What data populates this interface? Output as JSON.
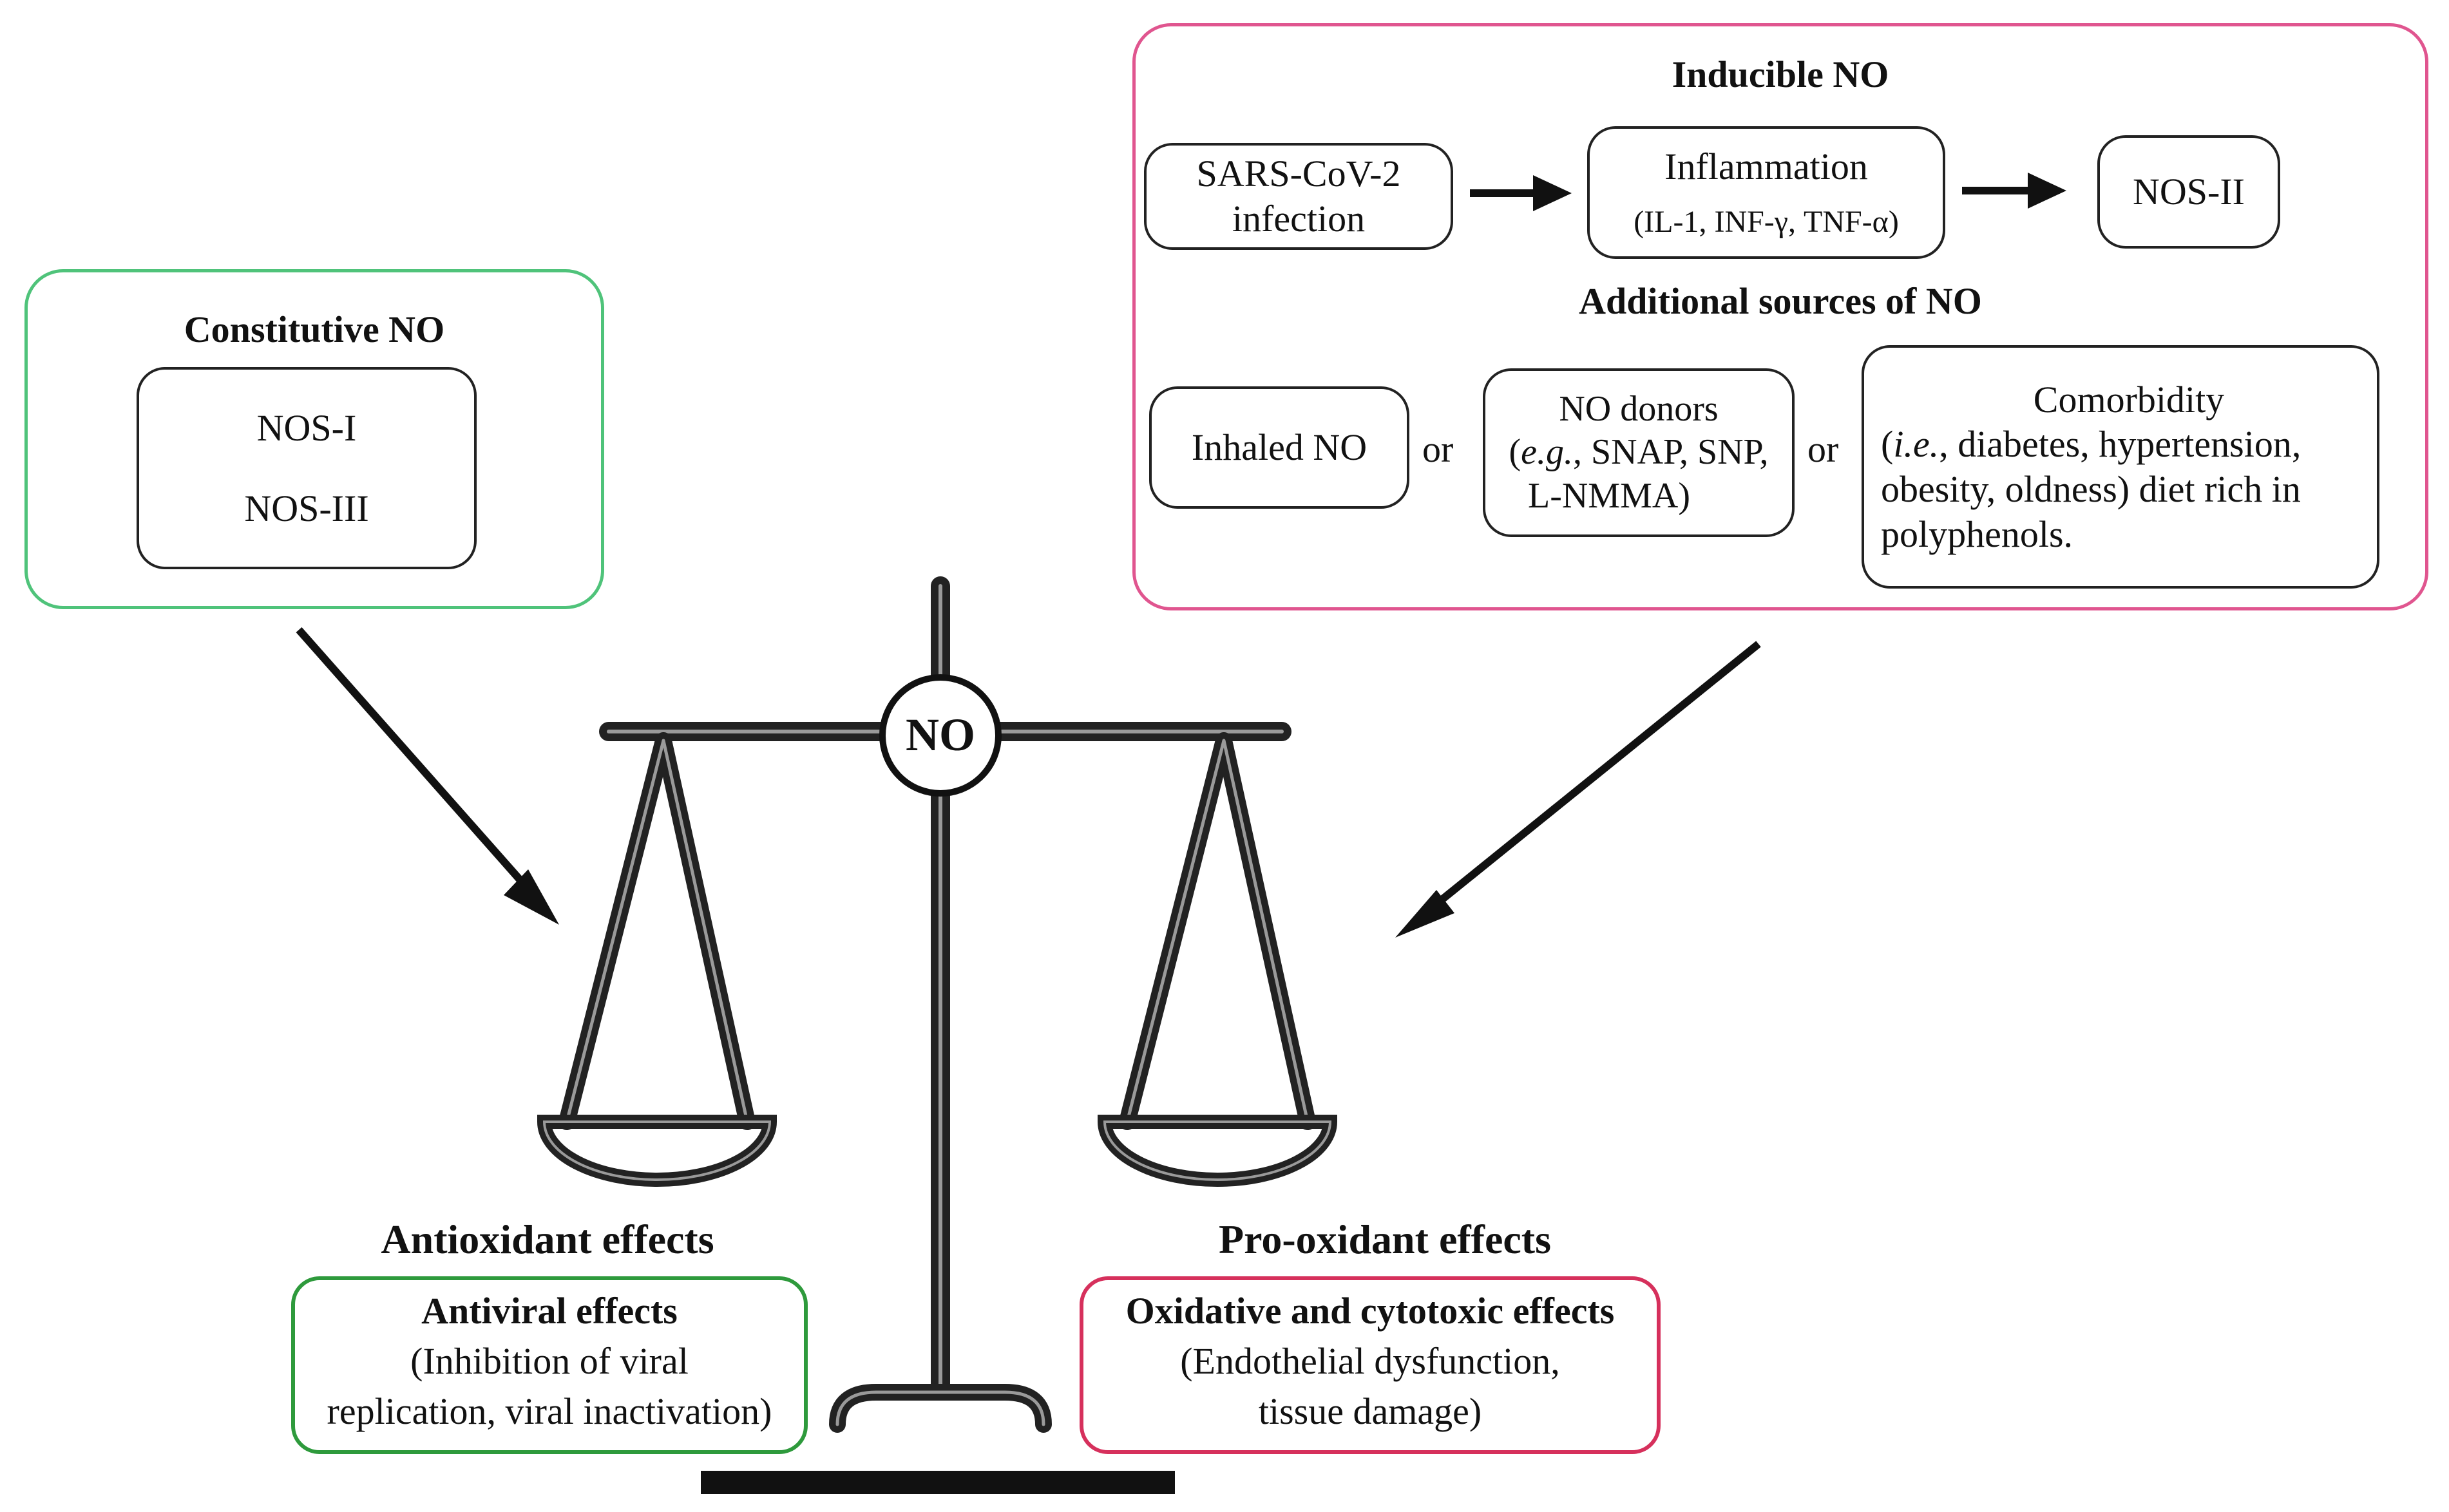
{
  "constitutive": {
    "title": "Constitutive NO",
    "enzymes": [
      "NOS-I",
      "NOS-III"
    ],
    "frame_color": "#4fc37a"
  },
  "inducible": {
    "title": "Inducible NO",
    "frame_color": "#e0558f",
    "pathway": {
      "step1_line1": "SARS-CoV-2",
      "step1_line2": "infection",
      "step2_line1": "Inflammation",
      "step2_line2": "(IL-1, INF-γ, TNF-α)",
      "step3": "NOS-II"
    },
    "additional_title": "Additional sources of NO",
    "sources": {
      "inhaled": "Inhaled NO",
      "or1": "or",
      "donors_line1": "NO donors",
      "donors_line2_italic": "e.g.",
      "donors_line2_open": "(",
      "donors_line2_rest": ", SNAP, SNP,",
      "donors_line3": "L-NMMA)",
      "or2": "or",
      "comorbidity_title": "Comorbidity",
      "comorbidity_line2_open": "(",
      "comorbidity_line2_italic": "i.e.",
      "comorbidity_line2_rest": ", diabetes, hypertension,",
      "comorbidity_line3": "obesity, oldness) diet rich in",
      "comorbidity_line4": "polyphenols."
    }
  },
  "balance": {
    "center_label": "NO",
    "left_heading": "Antioxidant effects",
    "right_heading": "Pro-oxidant effects"
  },
  "antiviral": {
    "title": "Antiviral effects",
    "line2": "(Inhibition of viral",
    "line3": "replication, viral inactivation)",
    "border_color": "#2e9a3c"
  },
  "oxidative": {
    "title": "Oxidative and cytotoxic effects",
    "line2": "(Endothelial dysfunction,",
    "line3": "tissue damage)",
    "border_color": "#d6305c"
  },
  "icons": [
    "arrow-right-icon",
    "arrow-diagonal-icon",
    "balance-scale-icon"
  ]
}
